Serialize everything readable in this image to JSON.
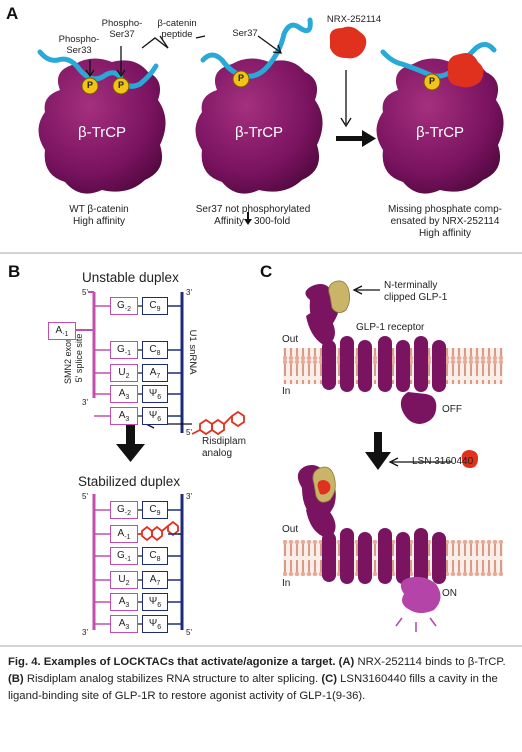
{
  "panelA": {
    "letter": "A",
    "phospho_ser33": "Phospho-\nSer33",
    "phospho_ser37": "Phospho-\nSer37",
    "bcat_peptide": "β-catenin\npeptide",
    "ser37": "Ser37",
    "nrx": "NRX-252114",
    "p": "P",
    "protein": "β-TrCP",
    "cap1_l1": "WT β-catenin",
    "cap1_l2": "High affinity",
    "cap2_l1": "Ser37 not phosphorylated",
    "cap2_l2": "Affinity",
    "cap2_l3": "300-fold",
    "cap3_l1": "Missing phosphate comp-",
    "cap3_l2": "ensated by NRX-252114",
    "cap3_l3": "High affinity"
  },
  "panelB": {
    "letter": "B",
    "unstable": "Unstable duplex",
    "stabilized": "Stabilized duplex",
    "five": "5'",
    "three": "3'",
    "smn2": "SMN2 exon7\n5' splice site",
    "u1": "U1 snRNA",
    "risdiplam": "Risdiplam\nanalog",
    "a_minus1": "A-1",
    "top_left": [
      "G-2",
      "G-1",
      "U2",
      "A3",
      "A3"
    ],
    "top_right": [
      "C9",
      "C8",
      "A7",
      "Ψ6",
      "Ψ6"
    ],
    "bot_left": [
      "G-2",
      "A-1",
      "G-1",
      "U2",
      "A3",
      "A3"
    ],
    "bot_right": [
      "C9",
      "",
      "C8",
      "A7",
      "Ψ6",
      "Ψ6"
    ]
  },
  "panelC": {
    "letter": "C",
    "nterm": "N-terminally\nclipped GLP-1",
    "receptor": "GLP-1 receptor",
    "out": "Out",
    "in": "In",
    "off": "OFF",
    "on": "ON",
    "lsn": "LSN 3160440"
  },
  "caption": {
    "title": "Fig. 4. Examples of LOCKTACs that activate/agonize a target.",
    "a_tag": "(A)",
    "a_text": "NRX-252114 binds to β-TrCP.",
    "b_tag": "(B)",
    "b_text": "Risdiplam analog stabilizes RNA structure to alter splicing.",
    "c_tag": "(C)",
    "c_text": "LSN3160440 fills a cavity in the ligand-binding site of GLP-1R to restore agonist activity of GLP-1(9-36)."
  },
  "colors": {
    "protein": "#7a1360",
    "peptide": "#29a9d8",
    "phosphate": "#f2c318",
    "drug": "#e0301e",
    "rna_left": "#c04fae",
    "rna_right": "#1f2a78",
    "membrane": "#e8b9a9",
    "divider": "#aaaaaa"
  }
}
